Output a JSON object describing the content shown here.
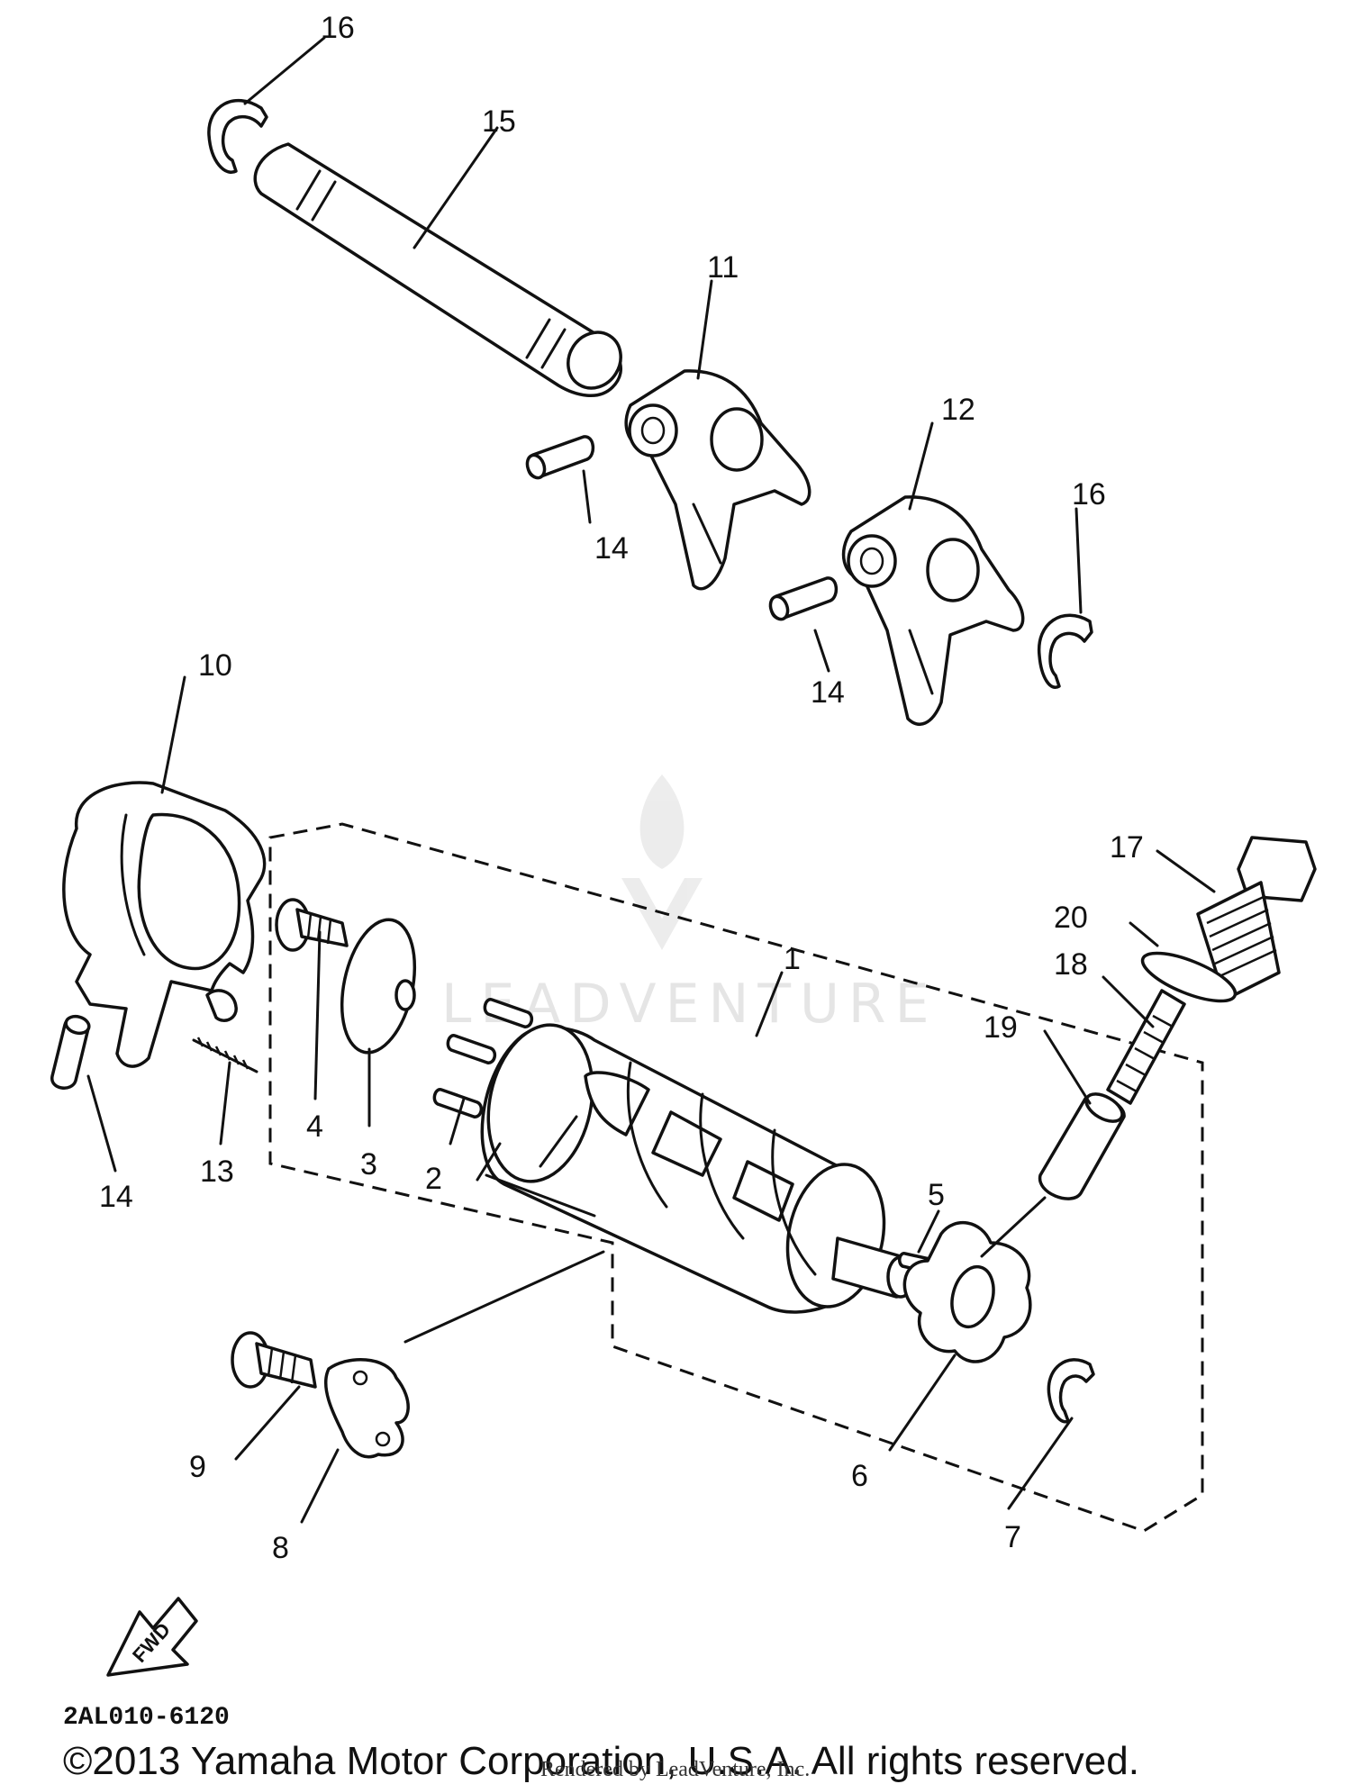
{
  "diagram": {
    "callouts": [
      "1",
      "2",
      "3",
      "4",
      "5",
      "6",
      "7",
      "8",
      "9",
      "10",
      "11",
      "12",
      "13",
      "14",
      "14",
      "14",
      "14",
      "15",
      "16",
      "16",
      "17",
      "18",
      "19",
      "20"
    ],
    "fwd_label": "FWD",
    "drawing_code": "2AL010-6120",
    "copyright": "©2013 Yamaha Motor Corporation, U.S.A. All rights reserved.",
    "rendered_by": "Rendered by LeadVenture, Inc.",
    "watermark_text": "LEADVENTURE",
    "line_color": "#111111"
  }
}
